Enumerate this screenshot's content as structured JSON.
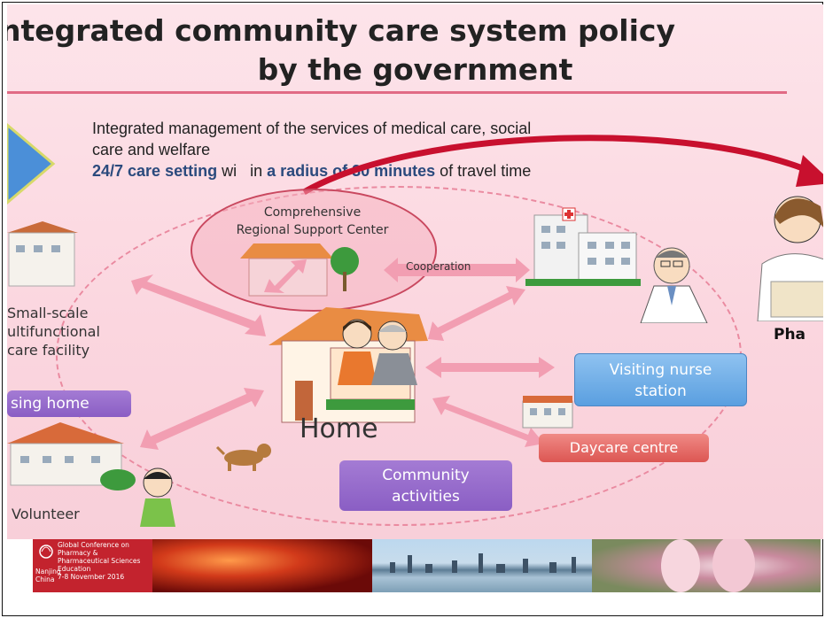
{
  "slide": {
    "title_line1": "ntegrated community care system policy",
    "title_line2": "by the government",
    "intro_line1": "Integrated management of  the services of medical care, social",
    "intro_line2": "care and welfare",
    "intro_hl1": "24/7 care setting",
    "intro_mid": " wi",
    "intro_mid2": "in ",
    "intro_hl2": "a radius of 30 minutes",
    "intro_tail": " of travel time"
  },
  "diagram": {
    "support_center_line1": "Comprehensive",
    "support_center_line2": "Regional Support Center",
    "cooperation": "Cooperation",
    "small_scale_line1": "Small-scale",
    "small_scale_line2": "ultifunctional",
    "small_scale_line3": "care facility",
    "nursing_home": "sing home",
    "home": "Home",
    "visiting_nurse_line1": "Visiting nurse",
    "visiting_nurse_line2": "station",
    "daycare": "Daycare  centre",
    "community_line1": "Community",
    "community_line2": "activities",
    "volunteer": "Volunteer",
    "pharmacy": "Pha"
  },
  "footer": {
    "conf_line1": "Global Conference on",
    "conf_line2": "Pharmacy &",
    "conf_line3": "Pharmaceutical Sciences",
    "conf_line4": "Education",
    "city1": "Nanjing",
    "city2": "China",
    "date": "7-8 November 2016"
  },
  "colors": {
    "accent": "#e16a85",
    "highlight_text": "#2b4a7d",
    "arrow": "#c8102e",
    "footer_red": "#c3232e"
  },
  "icons": [
    "arrow-triangle-icon",
    "curved-arrow-icon",
    "house-icon",
    "hospital-icon",
    "doctor-icon",
    "family-icon",
    "dog-icon",
    "child-icon",
    "pharmacist-icon",
    "tree-icon",
    "lotus-icon"
  ]
}
